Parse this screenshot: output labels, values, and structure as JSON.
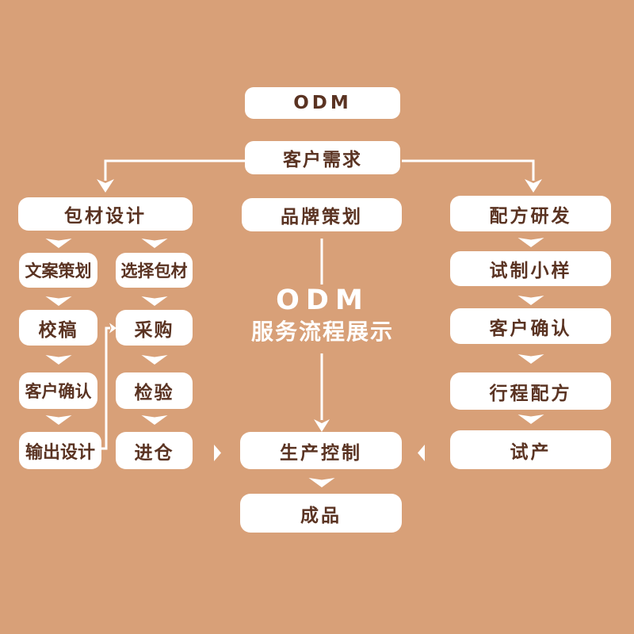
{
  "colors": {
    "background": "#d8a078",
    "box_fill": "#ffffff",
    "box_text": "#5a3322",
    "connector": "#ffffff"
  },
  "nodes": {
    "odm": "ODM",
    "customer_needs": "客户需求",
    "packaging_design": "包材设计",
    "brand_planning": "品牌策划",
    "formula_rd": "配方研发",
    "copywriting": "文案策划",
    "select_packaging": "选择包材",
    "trial_sample": "试制小样",
    "proofreading": "校稿",
    "purchasing": "采购",
    "customer_confirm_right": "客户确认",
    "customer_confirm_left": "客户确认",
    "inspection": "检验",
    "form_formula": "行程配方",
    "output_design": "输出设计",
    "warehousing": "进仓",
    "trial_production": "试产",
    "production_control": "生产控制",
    "finished_product": "成品"
  },
  "center_title": {
    "line1": "ODM",
    "line2": "服务流程展示"
  }
}
